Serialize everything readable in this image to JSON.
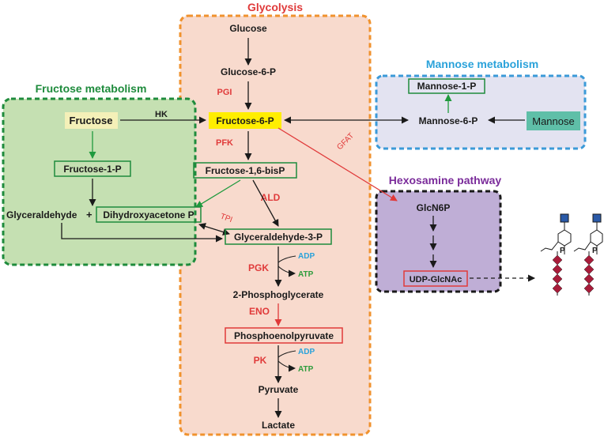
{
  "sections": {
    "glycolysis": "Glycolysis",
    "fructose": "Fructose metabolism",
    "mannose": "Mannose metabolism",
    "hexosamine": "Hexosamine pathway"
  },
  "metabolites": {
    "glucose": "Glucose",
    "glucose6p": "Glucose-6-P",
    "fructose6p": "Fructose-6-P",
    "fructose16bisp": "Fructose-1,6-bisP",
    "dhap": "Dihydroxyacetone P",
    "g3p": "Glyceraldehyde-3-P",
    "pg2": "2-Phosphoglycerate",
    "pep": "Phosphoenolpyruvate",
    "pyruvate": "Pyruvate",
    "lactate": "Lactate",
    "fructose": "Fructose",
    "fructose1p": "Fructose-1-P",
    "glyceraldehyde": "Glyceraldehyde",
    "plus": "+",
    "mannose1p": "Mannose-1-P",
    "mannose6p": "Mannose-6-P",
    "mannose": "Mannose",
    "glcn6p": "GlcN6P",
    "udpglcnac": "UDP-GlcNAc"
  },
  "enzymes": {
    "pgi": "PGI",
    "pfk": "PFK",
    "ald": "ALD",
    "tpi": "TPI",
    "pgk": "PGK",
    "eno": "ENO",
    "pk": "PK",
    "hk": "HK",
    "gfat": "GFAT"
  },
  "cofactors": {
    "adp1": "ADP",
    "atp1": "ATP",
    "adp2": "ADP",
    "atp2": "ATP"
  },
  "glycan": {
    "phosphate1": "P",
    "phosphate2": "P"
  },
  "colors": {
    "glycolysis_fill": "#f8dacd",
    "glycolysis_border": "#f0922e",
    "fructose_fill": "#c5e0b2",
    "fructose_border": "#1e8b3c",
    "mannose_fill": "#e3e3f1",
    "mannose_border": "#3b9ad8",
    "hexosamine_fill": "#bfaed6",
    "hexosamine_border": "#1a1a1a",
    "enzyme_red": "#e03a3a",
    "adp_blue": "#2aa2da",
    "atp_green": "#2e9c3c",
    "highlight_yellow": "#ffee00",
    "mannose_teal": "#5fbfa8",
    "fructose_label_fill": "#f4f0b8",
    "glcnac_square": "#2a5aa8",
    "sugar_diamond": "#a81c3a"
  }
}
